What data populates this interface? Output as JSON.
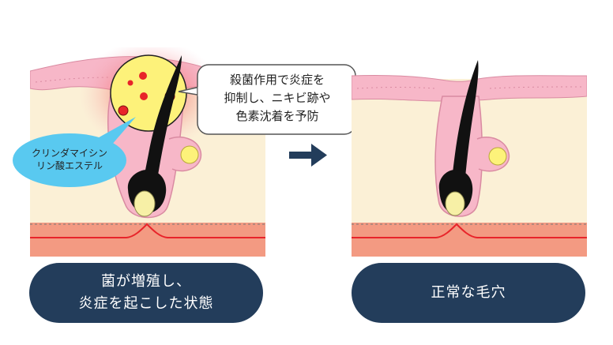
{
  "callout": {
    "lines": [
      "殺菌作用で炎症を",
      "抑制し、ニキビ跡や",
      "色素沈着を予防"
    ]
  },
  "drug_label": {
    "lines": [
      "クリンダマイシン",
      "リン酸エステル"
    ]
  },
  "panels": {
    "left": {
      "caption_lines": [
        "菌が増殖し、",
        "炎症を起こした状態"
      ]
    },
    "right": {
      "caption_lines": [
        "正常な毛穴"
      ]
    }
  },
  "colors": {
    "skin_pink": "#f7b7c8",
    "dermis_cream": "#fbf0d6",
    "fat_layer": "#f39a82",
    "vessel_red": "#e8242a",
    "bacteria_red": "#e8242a",
    "inflamed_pore": "#fdf27a",
    "hair_black": "#111111",
    "hair_bulb": "#f7f0a6",
    "label_navy": "#233d5b",
    "drug_bubble": "#59c9f0",
    "arrow_navy": "#233d5b"
  },
  "icons": {
    "arrow": "right-arrow-icon",
    "bacteria": "bacteria-dot-icon",
    "gland": "sebaceous-gland-icon"
  }
}
